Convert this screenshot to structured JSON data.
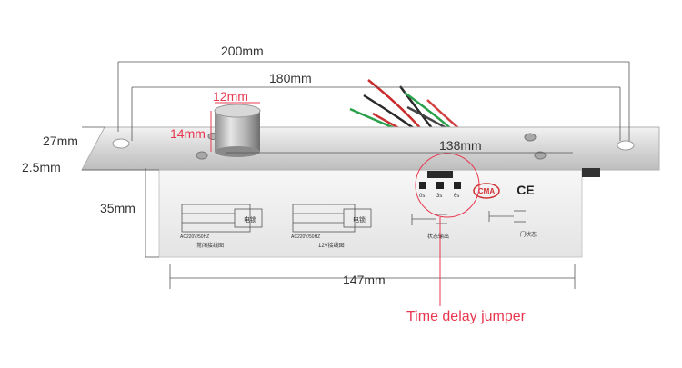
{
  "dimensions": {
    "overall_length": "200mm",
    "hole_spacing": "180mm",
    "body_length": "138mm",
    "bolt_diameter": "12mm",
    "bolt_protrusion": "14mm",
    "faceplate_width": "27mm",
    "faceplate_thickness": "2.5mm",
    "housing_height": "35mm",
    "housing_length": "147mm"
  },
  "callout": {
    "label": "Time delay jumper"
  },
  "device_markings": {
    "jumper_labels": [
      "0s",
      "3s",
      "6s"
    ],
    "cert_mark": "CE",
    "cma_mark": "CMA",
    "wiring_left": {
      "voltage": "AC220V/50HZ",
      "box_label": "电锁",
      "caption": "常闭接线图"
    },
    "wiring_mid": {
      "voltage": "AC220V/50HZ",
      "box_label": "电锁",
      "caption": "12V接线图"
    },
    "state_left": "状态输出",
    "state_right": "门状态"
  },
  "colors": {
    "dimension_red": "#e8384f",
    "housing": "#eeeeee",
    "faceplate": "#d9d9d9"
  }
}
